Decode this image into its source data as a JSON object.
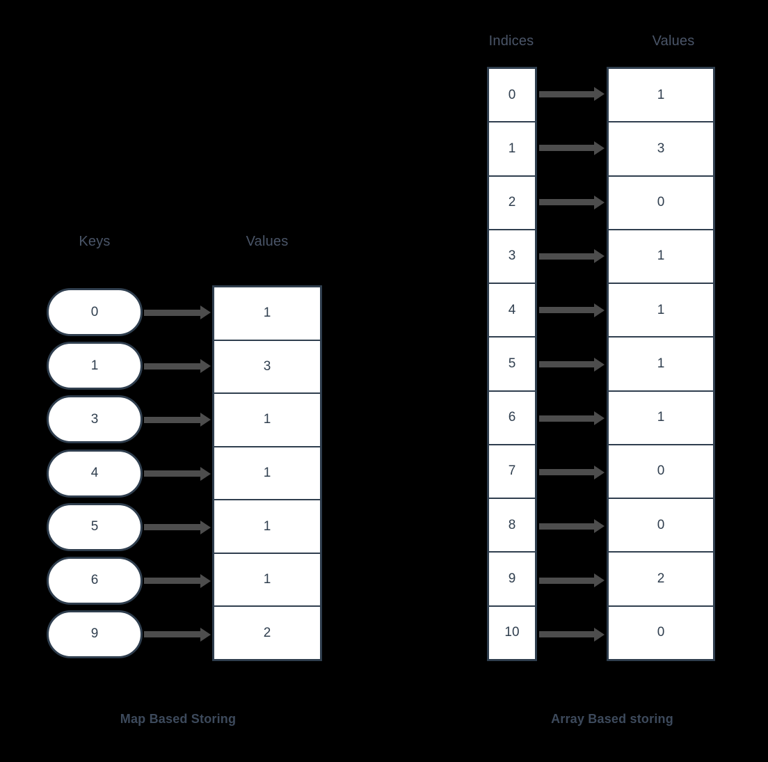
{
  "background_color": "#000000",
  "palette": {
    "border": "#2f3e4e",
    "cell_background": "#ffffff",
    "cell_text": "#2f3e4e",
    "header_text": "#4a5568",
    "caption_text": "#3d4a5c",
    "arrow": "#4d4d4d"
  },
  "map_diagram": {
    "caption": "Map Based Storing",
    "keys_header": "Keys",
    "values_header": "Values",
    "keys": [
      "0",
      "1",
      "3",
      "4",
      "5",
      "6",
      "9"
    ],
    "values": [
      "1",
      "3",
      "1",
      "1",
      "1",
      "1",
      "2"
    ],
    "arrow_count": 7
  },
  "array_diagram": {
    "caption": "Array Based storing",
    "indices_header": "Indices",
    "values_header": "Values",
    "indices": [
      "0",
      "1",
      "2",
      "3",
      "4",
      "5",
      "6",
      "7",
      "8",
      "9",
      "10"
    ],
    "values": [
      "1",
      "3",
      "0",
      "1",
      "1",
      "1",
      "1",
      "0",
      "0",
      "2",
      "0"
    ],
    "arrow_count": 11
  }
}
